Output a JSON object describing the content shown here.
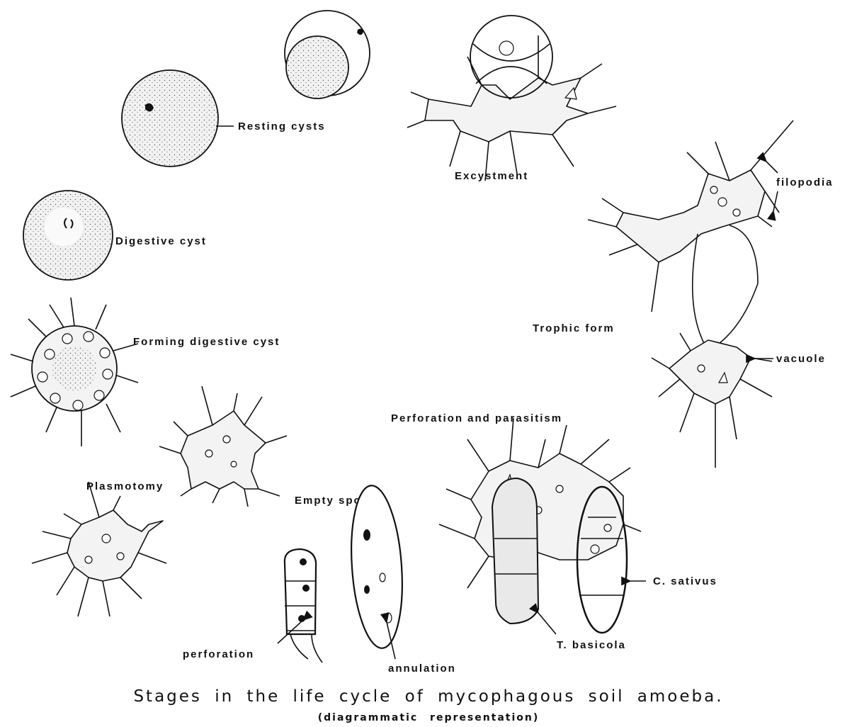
{
  "title": "Stages in the life cycle of mycophagous soil amoeba.",
  "subtitle": "(diagrammatic representation)",
  "labels": {
    "resting_cysts": "Resting cysts",
    "excystment": "Excystment",
    "filopodia": "filopodia",
    "digestive_cyst": "Digestive cyst",
    "trophic_form": "Trophic form",
    "forming_digestive_cyst": "Forming digestive cyst",
    "vacuole": "vacuole",
    "perforation_and_parasitism": "Perforation and parasitism",
    "plasmotomy": "Plasmotomy",
    "empty_spores": "Empty spores",
    "c_sativus": "C. sativus",
    "perforation": "perforation",
    "t_basicola": "T. basicola",
    "annulation": "annulation"
  }
}
